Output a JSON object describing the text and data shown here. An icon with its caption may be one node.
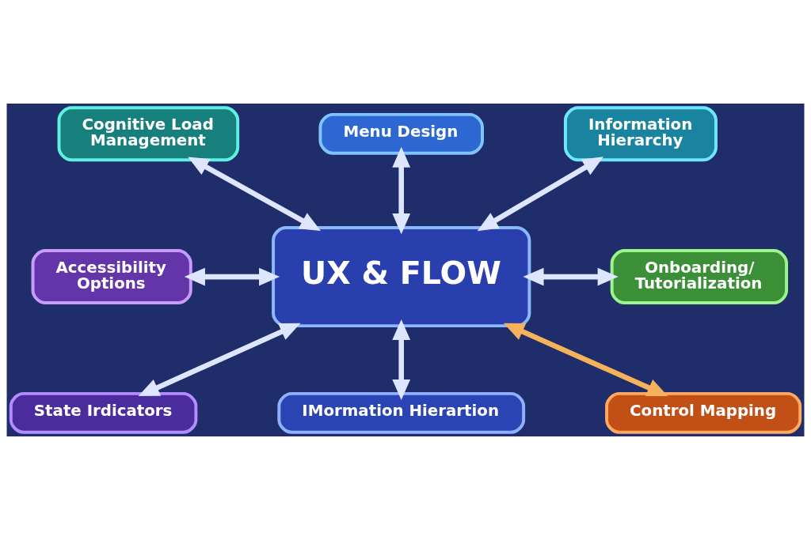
{
  "diagram": {
    "nodes": [
      {
        "text": [
          "Menu Design"
        ]
      },
      {
        "text": [
          "Cognitive Load Management"
        ]
      },
      {
        "text": [
          "Information Hierarchy"
        ]
      },
      {
        "text": [
          "UX & FLOW"
        ]
      },
      {
        "text": [
          "Accessibility Options"
        ]
      },
      {
        "text": [
          "Onboarding/ Tutorialization"
        ]
      },
      {
        "text": [
          "State Irdicators"
        ]
      },
      {
        "text": [
          "Control Mapping"
        ]
      },
      {
        "text": [
          "IMormation Hierartion"
        ]
      }
    ],
    "edges": [
      {
        "from": 0,
        "to": 3,
        "arrow": "both"
      },
      {
        "from": 2,
        "to": 3,
        "arrow": "both"
      },
      {
        "from": 3,
        "to": 5,
        "arrow": "both"
      },
      {
        "from": 3,
        "to": 7,
        "arrow": "both",
        "color": "#f5b25a"
      },
      {
        "from": 3,
        "to": 8,
        "arrow": "both"
      },
      {
        "from": 3,
        "to": 6,
        "arrow": "both"
      },
      {
        "from": 4,
        "to": 3,
        "arrow": "both"
      },
      {
        "from": 1,
        "to": 3,
        "arrow": "both"
      }
    ]
  }
}
